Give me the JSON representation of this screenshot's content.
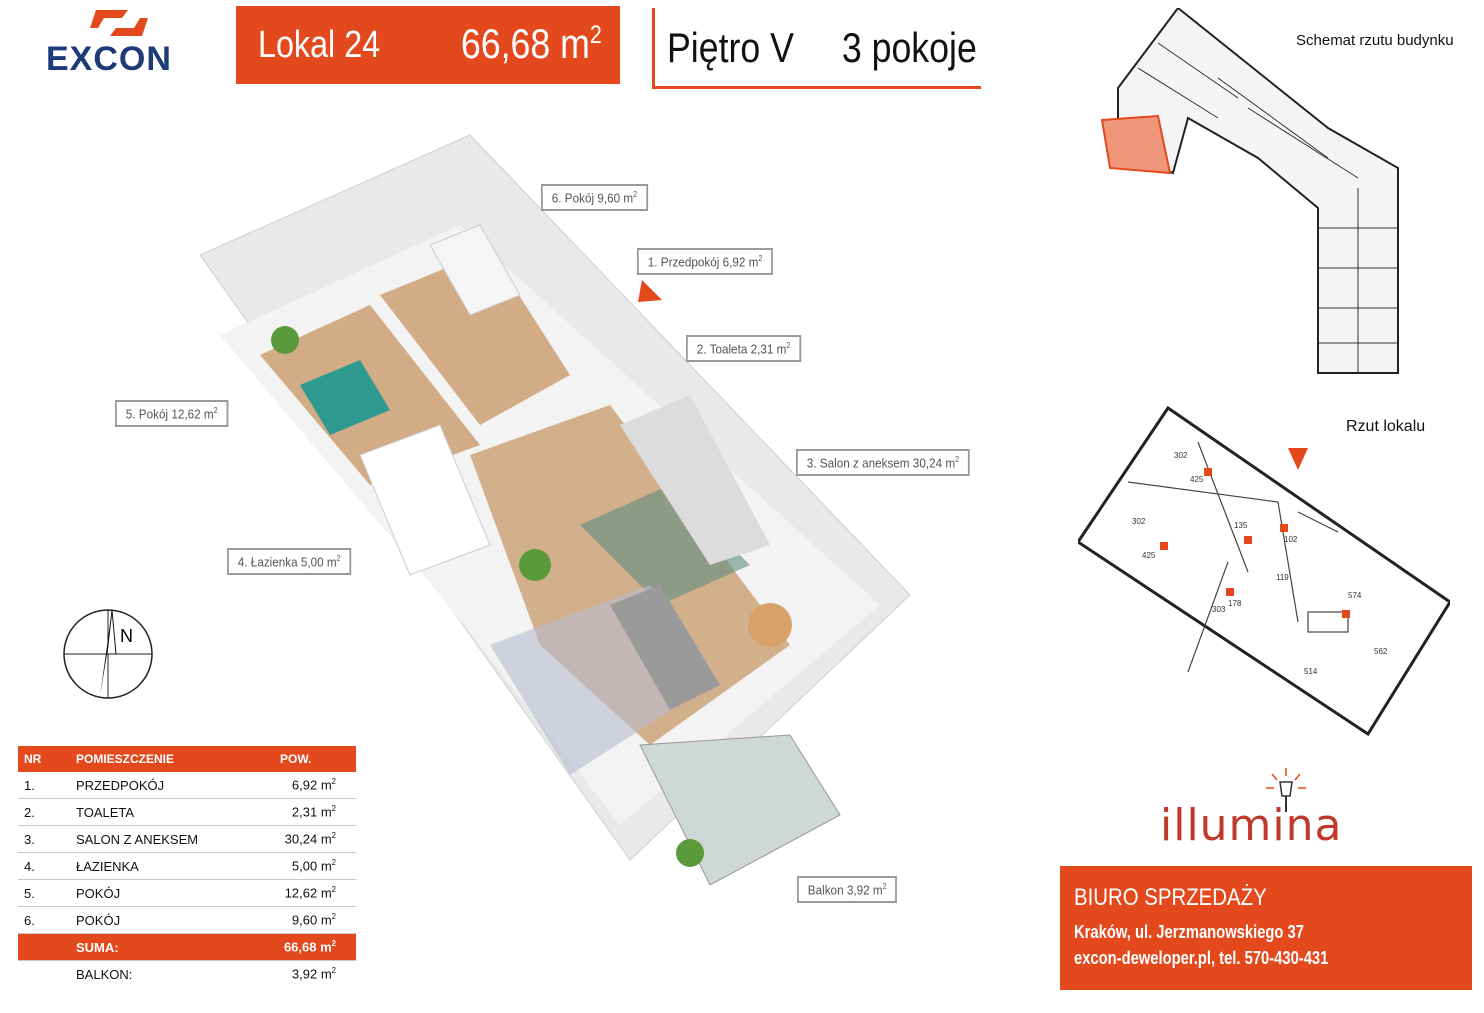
{
  "brand": {
    "name": "EXCON",
    "color": "#e4491e",
    "navy": "#1f3a78"
  },
  "header": {
    "lokal": "Lokal 24",
    "area": "66,68 m",
    "area_sup": "2",
    "floor": "Piętro V",
    "rooms": "3 pokoje"
  },
  "plan_labels": [
    {
      "text": "6. Pokój 9,60 m",
      "sup": "2"
    },
    {
      "text": "1. Przedpokój 6,92 m",
      "sup": "2"
    },
    {
      "text": "2. Toaleta 2,31 m",
      "sup": "2"
    },
    {
      "text": "5. Pokój 12,62 m",
      "sup": "2"
    },
    {
      "text": "3. Salon z aneksem 30,24 m",
      "sup": "2"
    },
    {
      "text": "4. Łazienka 5,00 m",
      "sup": "2"
    },
    {
      "text": "Balkon 3,92 m",
      "sup": "2"
    }
  ],
  "compass": {
    "label": "N"
  },
  "schemat_title": "Schemat rzutu budynku",
  "rzut_title": "Rzut lokalu",
  "rzut_dims": [
    "302",
    "425",
    "302",
    "425",
    "135",
    "574",
    "119",
    "303",
    "178",
    "514",
    "562",
    "102"
  ],
  "table": {
    "headers": [
      "NR",
      "POMIESZCZENIE",
      "POW."
    ],
    "rows": [
      {
        "nr": "1.",
        "name": "PRZEDPOKÓJ",
        "pow": "6,92 m",
        "sup": "2"
      },
      {
        "nr": "2.",
        "name": "TOALETA",
        "pow": "2,31 m",
        "sup": "2"
      },
      {
        "nr": "3.",
        "name": "SALON Z ANEKSEM",
        "pow": "30,24 m",
        "sup": "2"
      },
      {
        "nr": "4.",
        "name": "ŁAZIENKA",
        "pow": "5,00 m",
        "sup": "2"
      },
      {
        "nr": "5.",
        "name": "POKÓJ",
        "pow": "12,62 m",
        "sup": "2"
      },
      {
        "nr": "6.",
        "name": "POKÓJ",
        "pow": "9,60 m",
        "sup": "2"
      }
    ],
    "sum": {
      "label": "SUMA:",
      "pow": "66,68 m",
      "sup": "2"
    },
    "balkon": {
      "label": "BALKON:",
      "pow": "3,92 m",
      "sup": "2"
    }
  },
  "illumina": "illumina",
  "sales": {
    "title": "BIURO SPRZEDAŻY",
    "address": "Kraków, ul. Jerzmanowskiego 37",
    "contact": "excon-deweloper.pl, tel. 570-430-431"
  }
}
